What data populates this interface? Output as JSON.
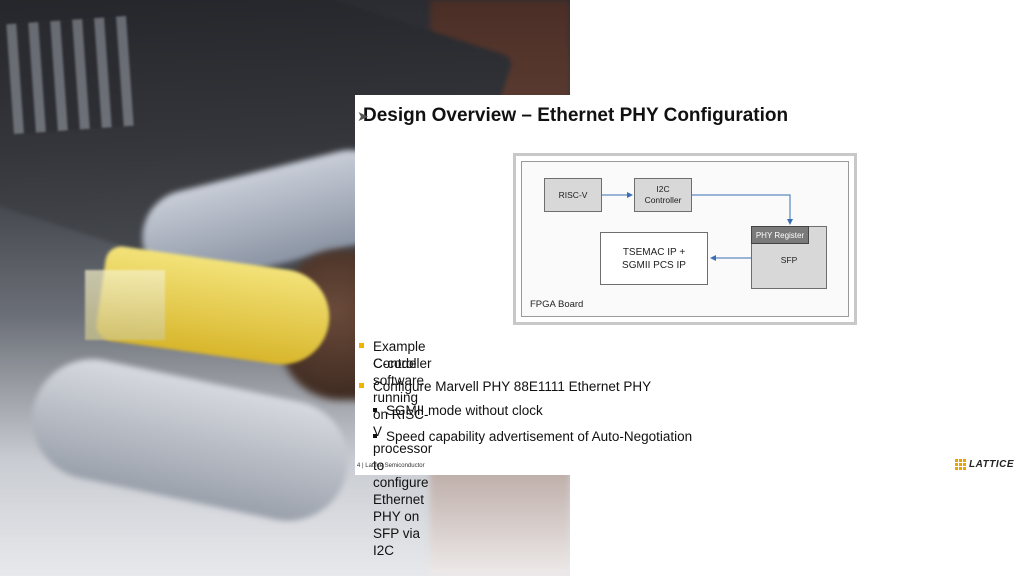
{
  "slide": {
    "title": "Design Overview – Ethernet PHY Configuration",
    "footer": "4 | Lattice Semiconductor",
    "logo_text": "LATTICE"
  },
  "diagram": {
    "risc_v": "RISC-V",
    "i2c_line1": "I2C",
    "i2c_line2": "Controller",
    "tsemac_line1": "TSEMAC IP +",
    "tsemac_line2": "SGMII PCS IP",
    "phy_register": "PHY Register",
    "sfp": "SFP",
    "fpga_board": "FPGA Board"
  },
  "bullets": [
    {
      "level": 1,
      "text_line1": "Example C-code software running on RISC-V processor to configure Ethernet PHY on SFP via I2C",
      "text_line2": "Controller"
    },
    {
      "level": 1,
      "text_line1": "Configure Marvell PHY 88E1111 Ethernet PHY"
    },
    {
      "level": 2,
      "text_line1": "SGMII mode without clock"
    },
    {
      "level": 2,
      "text_line1": "Speed capability advertisement of Auto-Negotiation"
    }
  ],
  "colors": {
    "bullet_accent": "#f0b400",
    "arrow": "#3a6fb5"
  }
}
